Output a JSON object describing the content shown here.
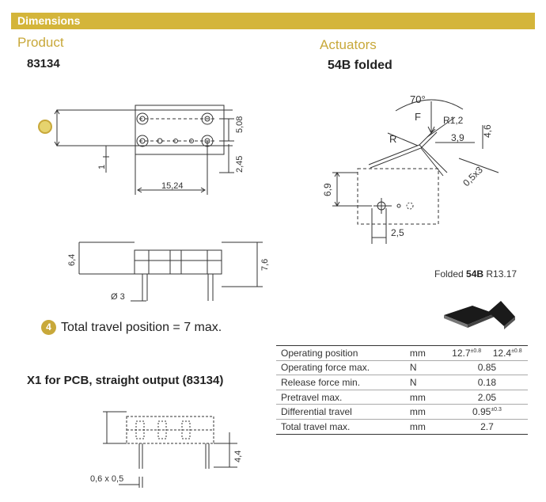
{
  "header": {
    "title": "Dimensions"
  },
  "left": {
    "product_label": "Product",
    "product_code": "83134",
    "dims_top": {
      "w": "15,24",
      "h1": "5,08",
      "h2": "2,45",
      "small": "1"
    },
    "dims_side": {
      "h1": "6,4",
      "h2": "7,6",
      "dia": "Ø 3"
    },
    "note_number": "4",
    "note_text": "Total travel position = 7 max.",
    "x1_title": "X1  for PCB, straight output (83134)",
    "dims_x1": {
      "pin": "0,6 x 0,5",
      "h": "4,4"
    }
  },
  "right": {
    "actuators_label": "Actuators",
    "actuator_name": "54B  folded",
    "dims": {
      "angle": "70°",
      "f": "F",
      "r12": "R1,2",
      "r": "R",
      "d39": "3,9",
      "d46": "4,6",
      "d05x3": "0,5x3",
      "d69": "6,9",
      "d25": "2,5"
    },
    "caption_pre": "Folded ",
    "caption_bold": "54B",
    "caption_post": " R13.17"
  },
  "table": {
    "rows": [
      {
        "label": "Operating position",
        "unit": "mm",
        "v1": "12.7",
        "v1_tol": "±0.8",
        "v2": "12.4",
        "v2_tol": "±0.8"
      },
      {
        "label": "Operating force max.",
        "unit": "N",
        "value": "0.85"
      },
      {
        "label": "Release force min.",
        "unit": "N",
        "value": "0.18"
      },
      {
        "label": "Pretravel max.",
        "unit": "mm",
        "value": "2.05"
      },
      {
        "label": "Differential travel",
        "unit": "mm",
        "value": "0.95",
        "tol": "±0.3"
      },
      {
        "label": "Total travel max.",
        "unit": "mm",
        "value": "2.7"
      }
    ]
  },
  "colors": {
    "accent": "#d4b53a",
    "label_yellow": "#c8a83a"
  }
}
